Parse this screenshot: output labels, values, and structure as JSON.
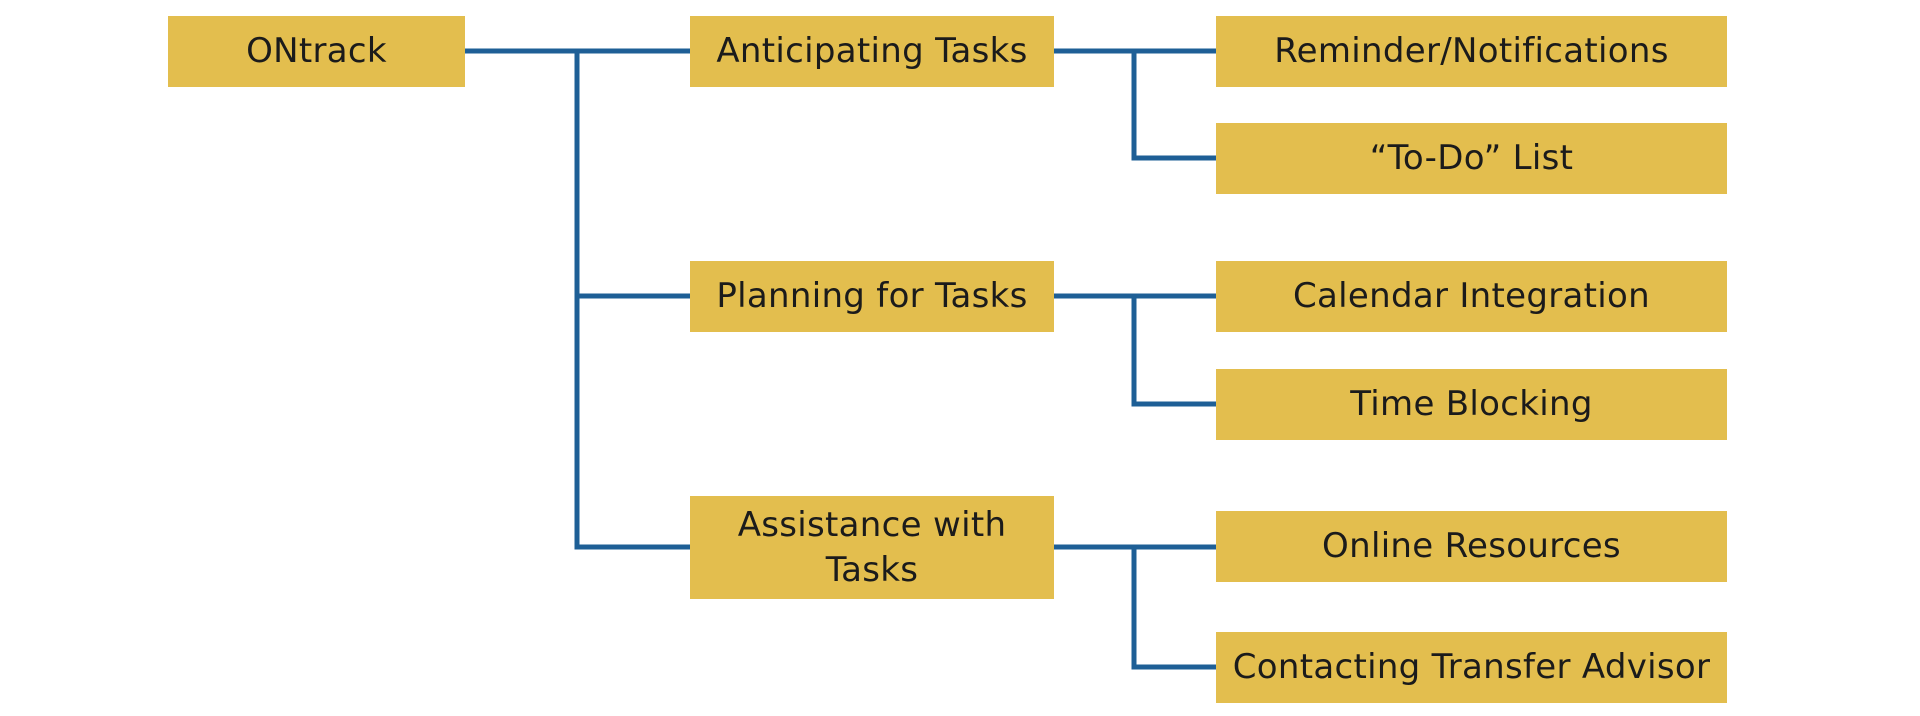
{
  "colors": {
    "box_fill": "#E3BE4E",
    "connector": "#1E5F96",
    "text": "#1B1B1B"
  },
  "tree": {
    "root": "ONtrack",
    "branches": [
      {
        "label": "Anticipating Tasks",
        "children": [
          "Reminder/Notifications",
          "“To-Do” List"
        ]
      },
      {
        "label": "Planning for Tasks",
        "children": [
          "Calendar Integration",
          "Time Blocking"
        ]
      },
      {
        "label": "Assistance with Tasks",
        "children": [
          "Online Resources",
          "Contacting Transfer Advisor"
        ]
      }
    ]
  }
}
